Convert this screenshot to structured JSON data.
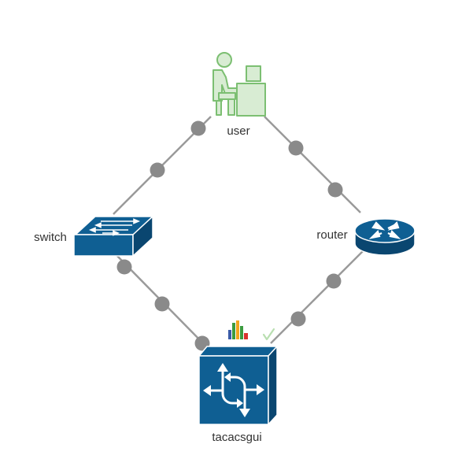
{
  "nodes": {
    "user": {
      "label": "user",
      "icon": "person-at-workstation-icon"
    },
    "switch": {
      "label": "switch",
      "icon": "network-switch-icon"
    },
    "router": {
      "label": "router",
      "icon": "router-icon"
    },
    "tacacsgui": {
      "label": "tacacsgui",
      "icon": "multilayer-switch-icon"
    }
  },
  "links": [
    {
      "from": "user",
      "to": "switch"
    },
    {
      "from": "user",
      "to": "router"
    },
    {
      "from": "switch",
      "to": "tacacsgui"
    },
    {
      "from": "router",
      "to": "tacacsgui"
    }
  ],
  "colors": {
    "link": "#9a9a9a",
    "endpoint": "#8a8a8a",
    "device_blue": "#0f5f93",
    "device_blue_dark": "#0a4670",
    "user_green": "#7cbf72",
    "user_fill": "#d8ecd3",
    "chart_bar_colors": [
      "#3a5ba8",
      "#3c9b3e",
      "#f2a51d",
      "#d9322d"
    ],
    "check_mark": "#b9dfb1"
  }
}
